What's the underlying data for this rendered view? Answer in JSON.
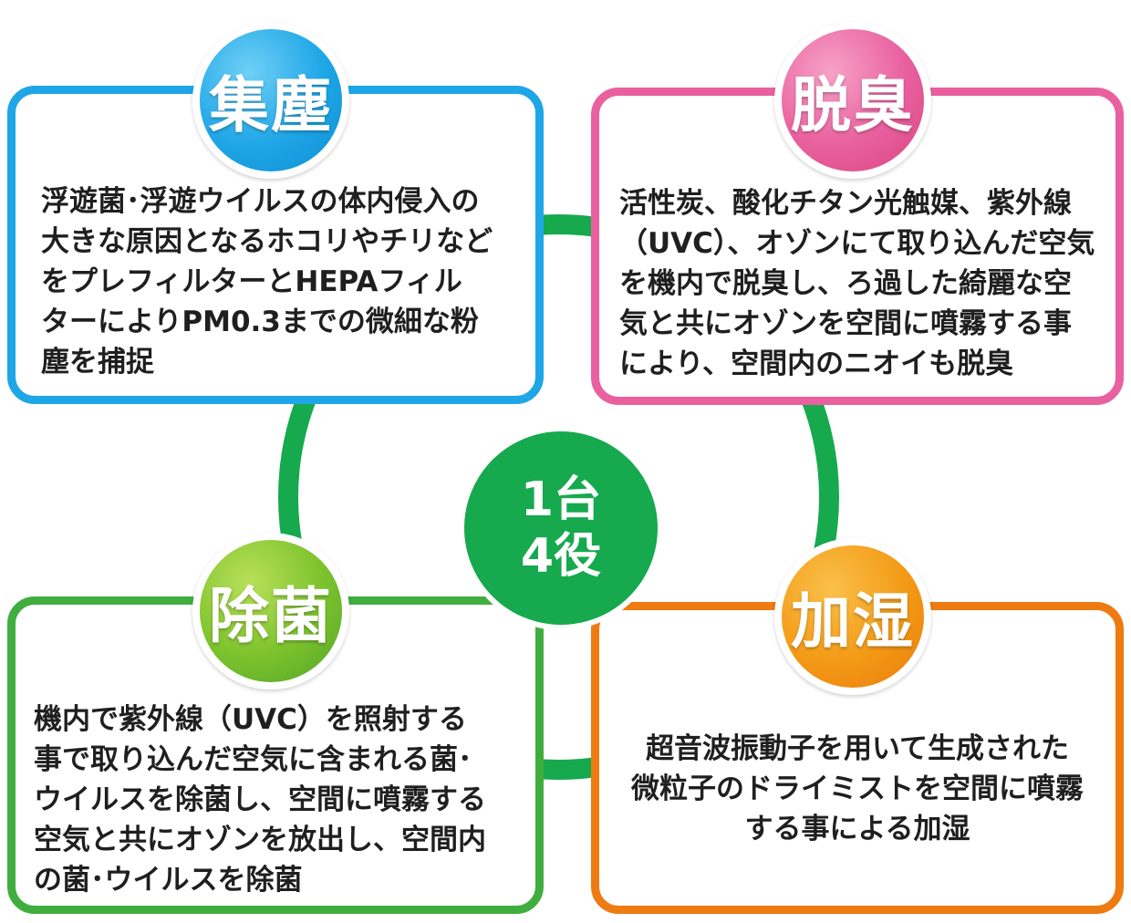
{
  "center": {
    "line1": "1台",
    "line2": "4役"
  },
  "cards": {
    "dust": {
      "title": "集塵",
      "text": "浮遊菌･浮遊ウイルスの体内侵入の\n大きな原因となるホコリやチリなど\nをプレフィルターとHEPAフィル\nターによりPM0.3までの微細な粉\n塵を捕捉",
      "color": "#1ea6e6"
    },
    "deodorize": {
      "title": "脱臭",
      "text": "活性炭、酸化チタン光触媒、紫外線\n（UVC）、オゾンにて取り込んだ空気\nを機内で脱臭し、ろ過した綺麗な空\n気と共にオゾンを空間に噴霧する事\nにより、空間内のニオイも脱臭",
      "color": "#e9609f"
    },
    "sterilize": {
      "title": "除菌",
      "text": "機内で紫外線（UVC）を照射する\n事で取り込んだ空気に含まれる菌･\nウイルスを除菌し、空間に噴霧する\n空気と共にオゾンを放出し、空間内\nの菌･ウイルスを除菌",
      "color": "#3fae3f"
    },
    "humidify": {
      "title": "加湿",
      "text": "超音波振動子を用いて生成された\n微粒子のドライミストを空間に噴霧\nする事による加湿",
      "color": "#ee7a12"
    }
  }
}
